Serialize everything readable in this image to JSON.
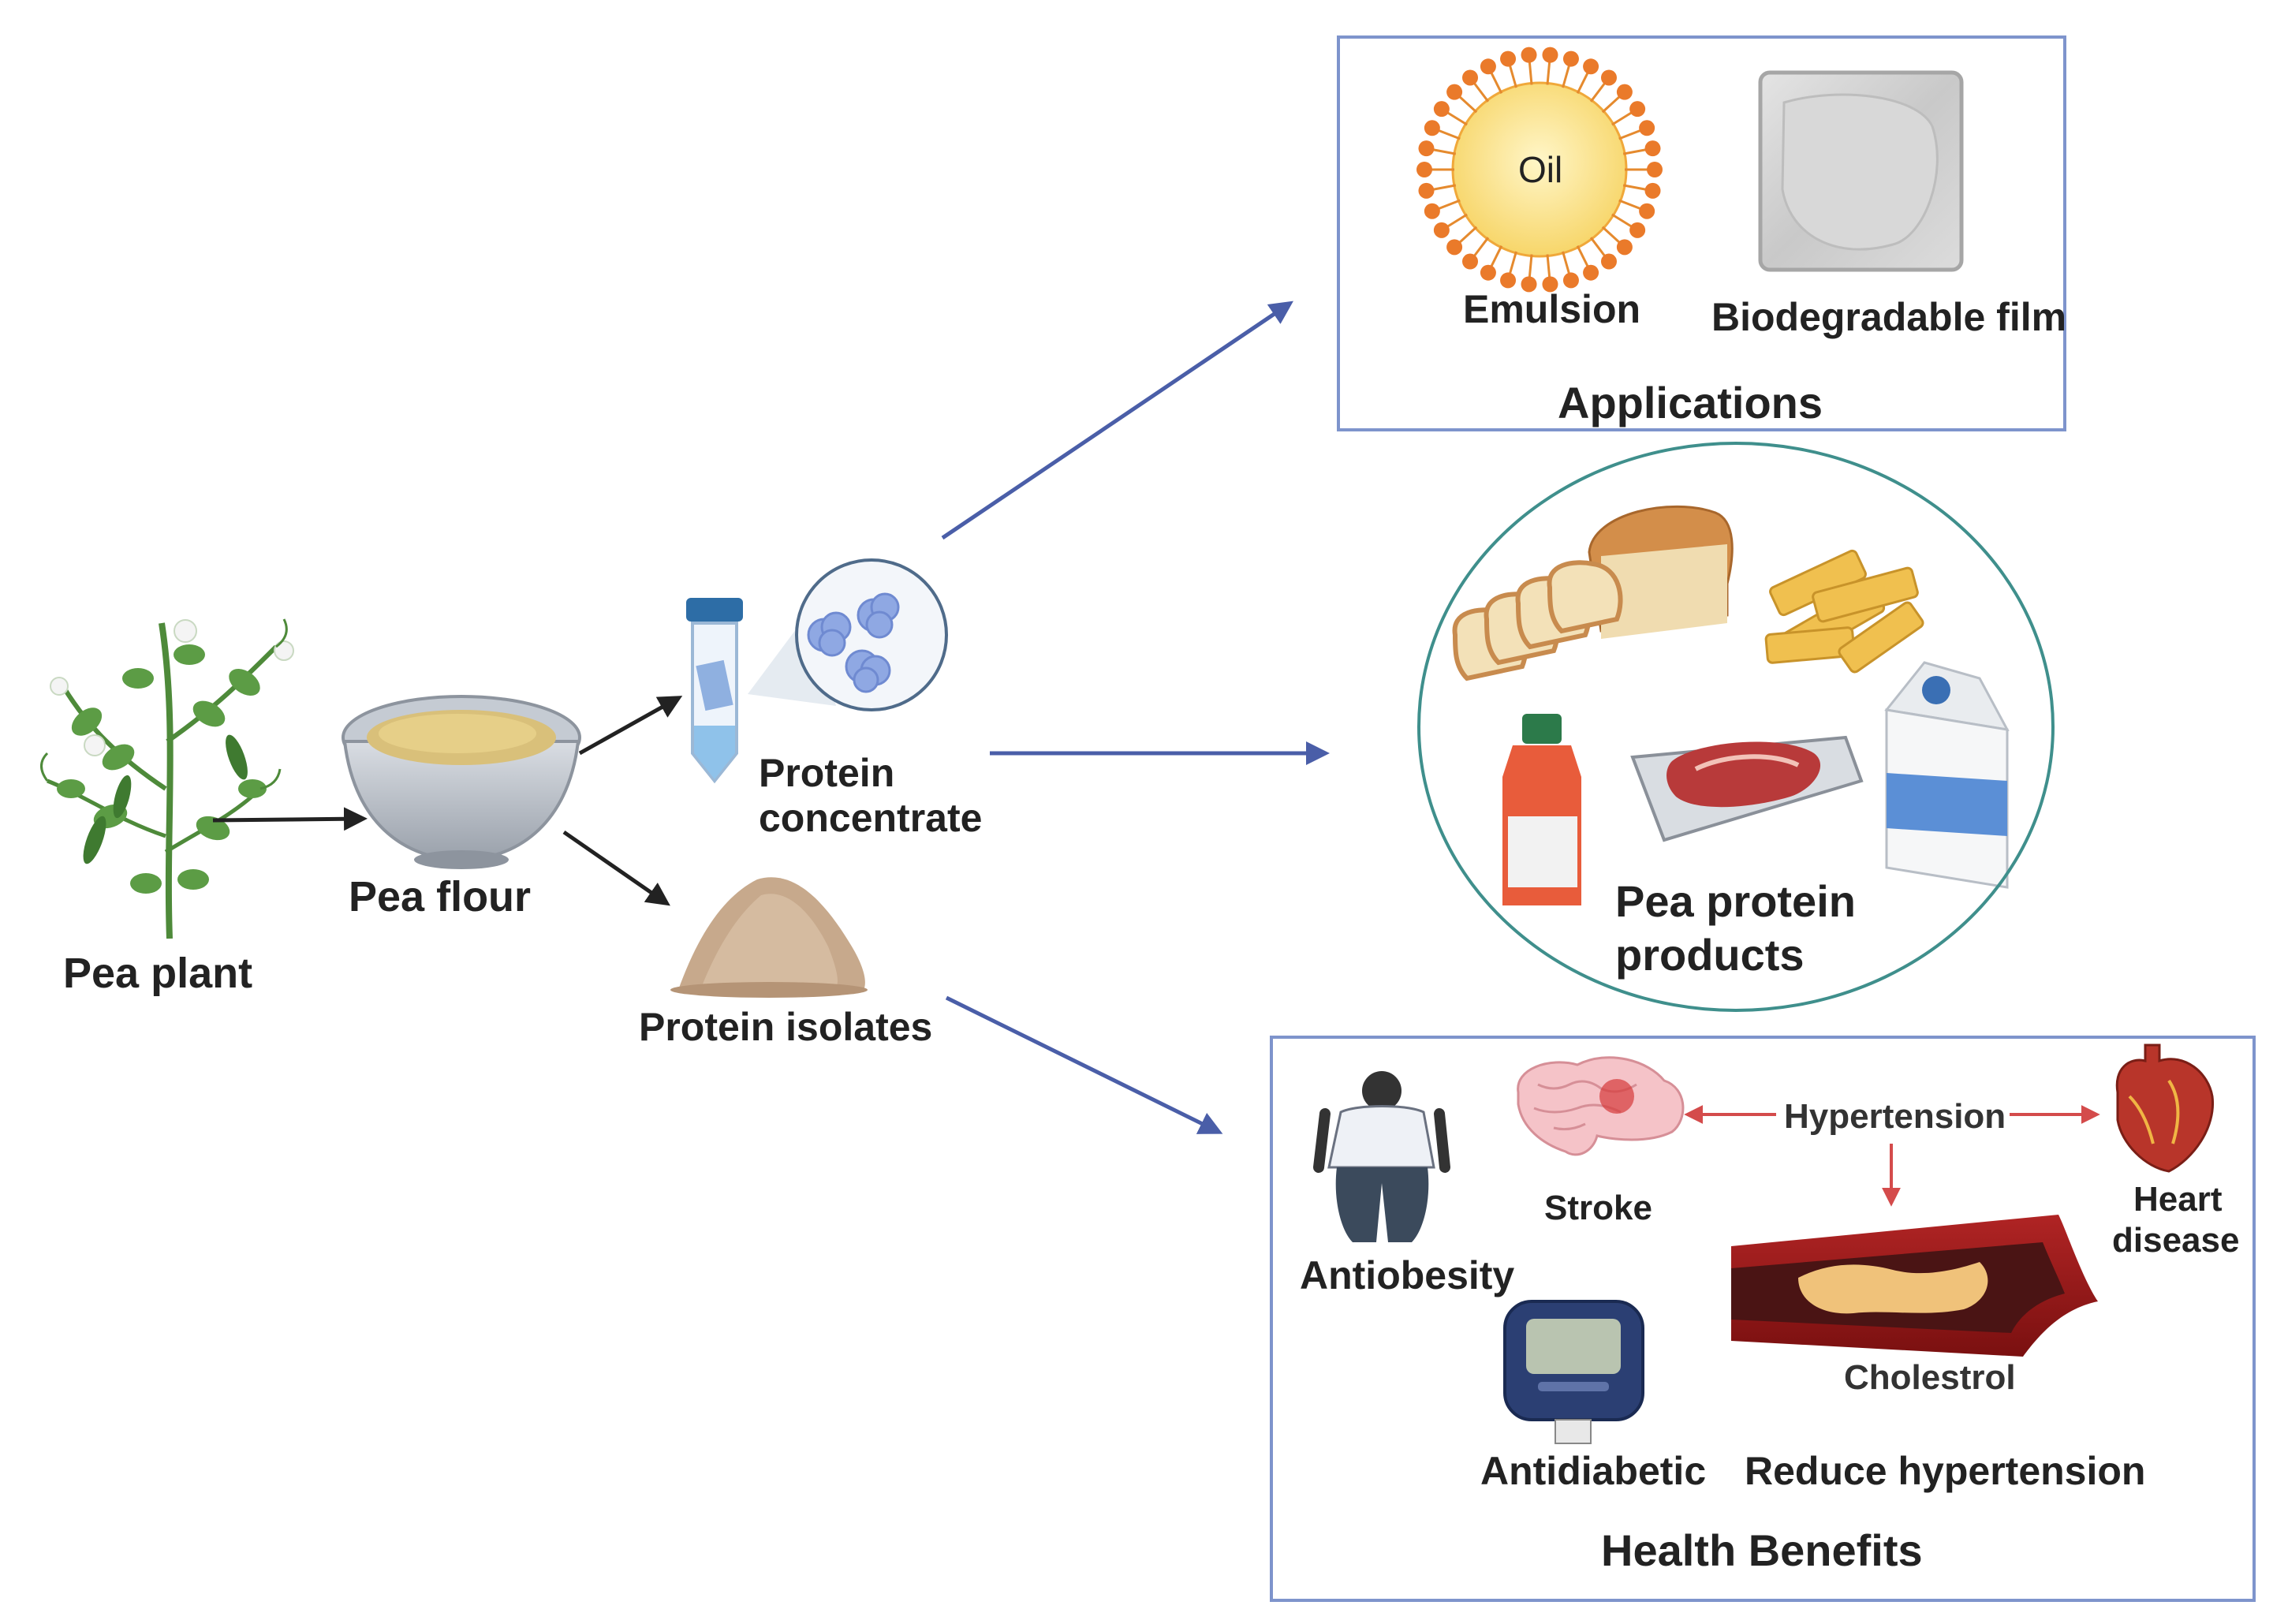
{
  "process": {
    "pea_plant": "Pea plant",
    "pea_flour": "Pea flour",
    "protein_concentrate_line1": "Protein",
    "protein_concentrate_line2": "concentrate",
    "protein_isolates": "Protein isolates"
  },
  "applications": {
    "title": "Applications",
    "oil_label": "Oil",
    "emulsion": "Emulsion",
    "film": "Biodegradable film"
  },
  "products": {
    "title_line1": "Pea protein",
    "title_line2": "products"
  },
  "health": {
    "title": "Health Benefits",
    "antiobesity": "Antiobesity",
    "stroke": "Stroke",
    "hypertension": "Hypertension",
    "heart_line1": "Heart",
    "heart_line2": "disease",
    "cholesterol": "Cholestrol",
    "antidiabetic": "Antidiabetic",
    "reduce_hypertension": "Reduce hypertension"
  },
  "colors": {
    "arrow_dark": "#222222",
    "arrow_blue": "#4a5ea8",
    "panel_border": "#7e94cc",
    "circle_border": "#3f8f8c",
    "hypertension_red": "#d44b4b"
  }
}
